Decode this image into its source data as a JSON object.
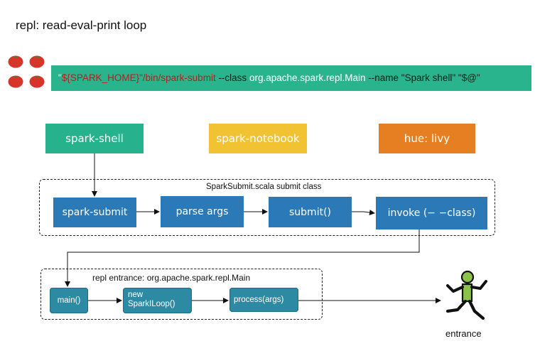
{
  "title": "repl: read-eval-print loop",
  "command": {
    "part1": "\"",
    "part2": "${SPARK_HOME}",
    "part3": "\"/bin/spark-submit",
    "part4": " --class ",
    "part5": "org.apache.spark.repl.Main",
    "part6": " --name \"Spark shell\" \"$@\""
  },
  "top_boxes": {
    "shell": "spark-shell",
    "notebook": "spark-notebook",
    "livy": "hue: livy"
  },
  "submit_frame": {
    "title": "SparkSubmit.scala submit class",
    "steps": [
      "spark-submit",
      "parse args",
      "submit()",
      "invoke (− −class)"
    ]
  },
  "repl_frame": {
    "title": "repl entrance: org.apache.spark.repl.Main",
    "step1": "main()",
    "step2_line1": "new",
    "step2_line2": "SparkILoop()",
    "step3": "process(args)"
  },
  "entrance_label": "entrance",
  "colors": {
    "teal": "#26b28c",
    "yellow": "#f1c232",
    "orange": "#e67f22",
    "blue": "#2c79b8",
    "repl_teal": "#2d8aa3",
    "tomato_red": "#d8352a"
  },
  "icons": [
    "tomato-icon",
    "running-man-icon"
  ]
}
